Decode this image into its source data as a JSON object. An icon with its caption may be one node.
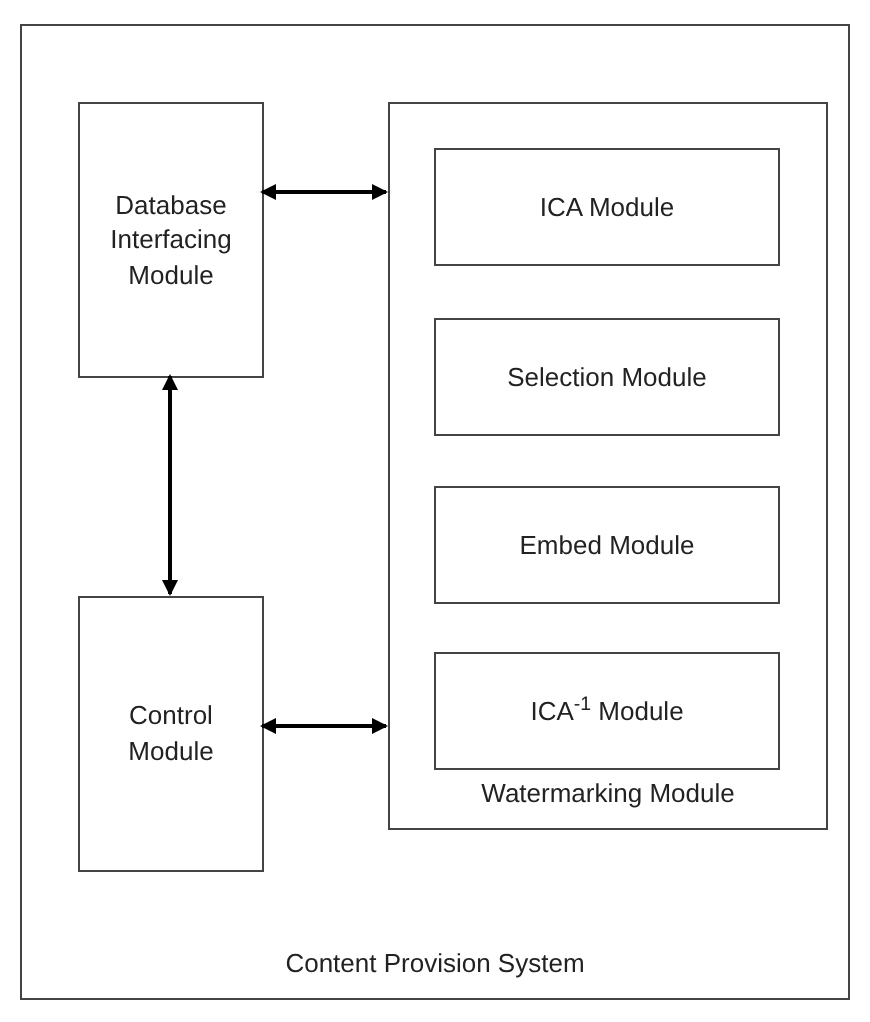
{
  "diagram": {
    "nodes": [
      {
        "text": [
          "Content Provision System"
        ]
      },
      {
        "text": [
          "Database Interfacing Module"
        ],
        "in": 0
      },
      {
        "text": [
          "Control Module"
        ],
        "in": 0
      },
      {
        "text": [
          "Watermarking Module"
        ],
        "in": 0
      },
      {
        "text": [
          "ICA Module"
        ],
        "in": 3
      },
      {
        "text": [
          "Selection Module"
        ],
        "in": 3
      },
      {
        "text": [
          "Embed Module"
        ],
        "in": 3
      },
      {
        "text": [
          "ICA$^{-1}$ Module"
        ],
        "in": 3
      }
    ],
    "edges": [
      {
        "from": 1,
        "to": 3,
        "arrow": "both"
      },
      {
        "from": 1,
        "to": 2,
        "arrow": "both"
      },
      {
        "from": 2,
        "to": 3,
        "arrow": "both"
      }
    ]
  }
}
